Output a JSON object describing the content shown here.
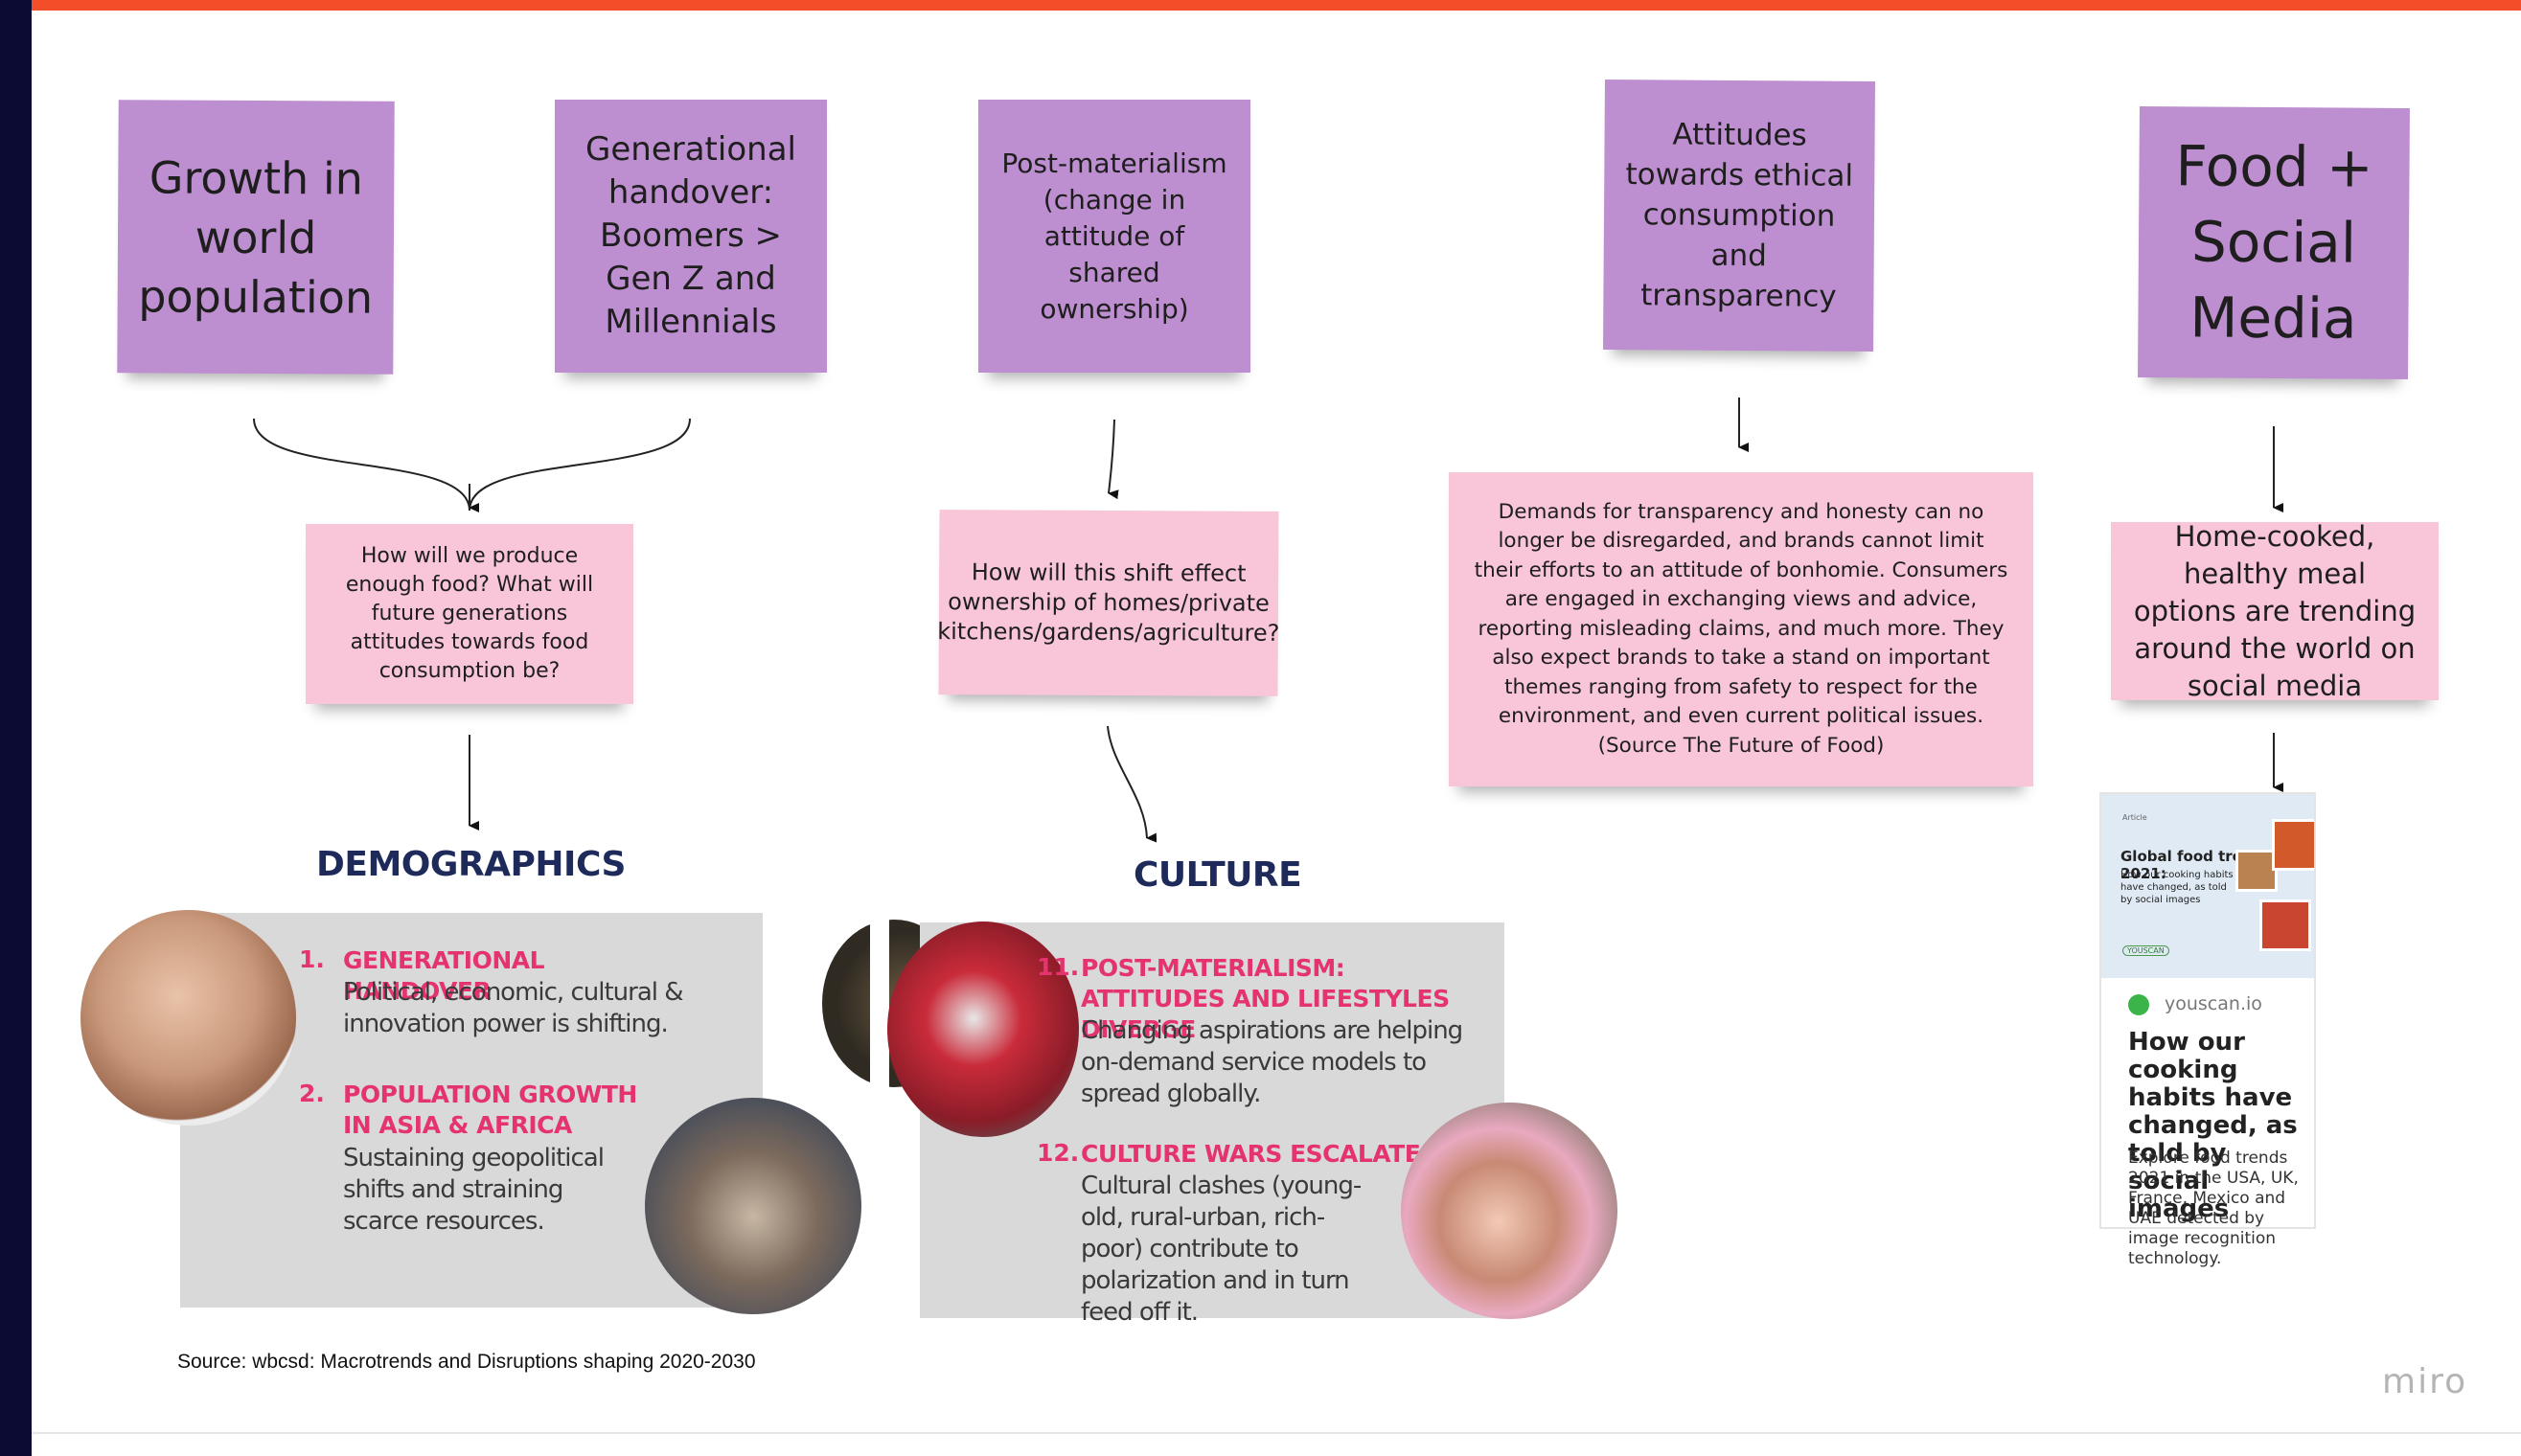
{
  "stickies": {
    "s1": "Growth in world population",
    "s2": "Generational handover: Boomers > Gen Z and Millennials",
    "s3": "Post-materialism (change in attitude of shared ownership)",
    "s4": "Attitudes towards ethical consumption and transparency",
    "s5": "Food + Social Media",
    "q1": "How will we produce enough food? What will future generations attitudes towards food consumption be?",
    "q2": "How will this shift effect ownership of homes/private kitchens/gardens/agriculture?",
    "q3": "Demands for transparency and honesty can no longer be disregarded, and brands cannot limit their efforts to an attitude of bonhomie. Consumers are engaged in exchanging views and advice, reporting misleading claims, and much more. They also expect brands to take a stand on important themes ranging from safety to respect for the environment, and even current political issues. (Source The Future of Food)",
    "q4": "Home-cooked, healthy meal options are trending around the world on social media"
  },
  "demographics": {
    "heading": "DEMOGRAPHICS",
    "item1_num": "1.",
    "item1_title": "GENERATIONAL HANDOVER",
    "item1_body": "Political, economic, cultural & innovation power is shifting.",
    "item2_num": "2.",
    "item2_title": "POPULATION GROWTH IN ASIA & AFRICA",
    "item2_body": "Sustaining geopolitical shifts and straining scarce resources."
  },
  "culture": {
    "heading": "CULTURE",
    "item1_num": "11.",
    "item1_title": "POST-MATERIALISM: ATTITUDES AND LIFESTYLES DIVERGE",
    "item1_body": "Changing aspirations are helping on-demand service models to spread globally.",
    "item2_num": "12.",
    "item2_title": "CULTURE WARS ESCALATE",
    "item2_body": "Cultural clashes (young-old, rural-urban, rich-poor) contribute to polarization and in turn feed off it."
  },
  "card": {
    "img_tag": "Article",
    "img_title": "Global food trends 2021:",
    "img_sub": "How our cooking habits have changed, as told by social images",
    "img_brand": "YOUSCAN",
    "site": "youscan.io",
    "title": "How our cooking habits have changed, as told by social images",
    "desc": "Explore food trends 2021 in the USA, UK, France, Mexico and UAE detected by image recognition technology."
  },
  "source": "Source: wbcsd: Macrotrends and Disruptions shaping 2020-2030",
  "logo": "miro",
  "colors": {
    "top_bar": "#f24e2a",
    "left_bar": "#0c0b33",
    "purple_sticky": "#be8fd0",
    "pink_sticky": "#f8c5d9",
    "accent_pink": "#e5336f"
  }
}
